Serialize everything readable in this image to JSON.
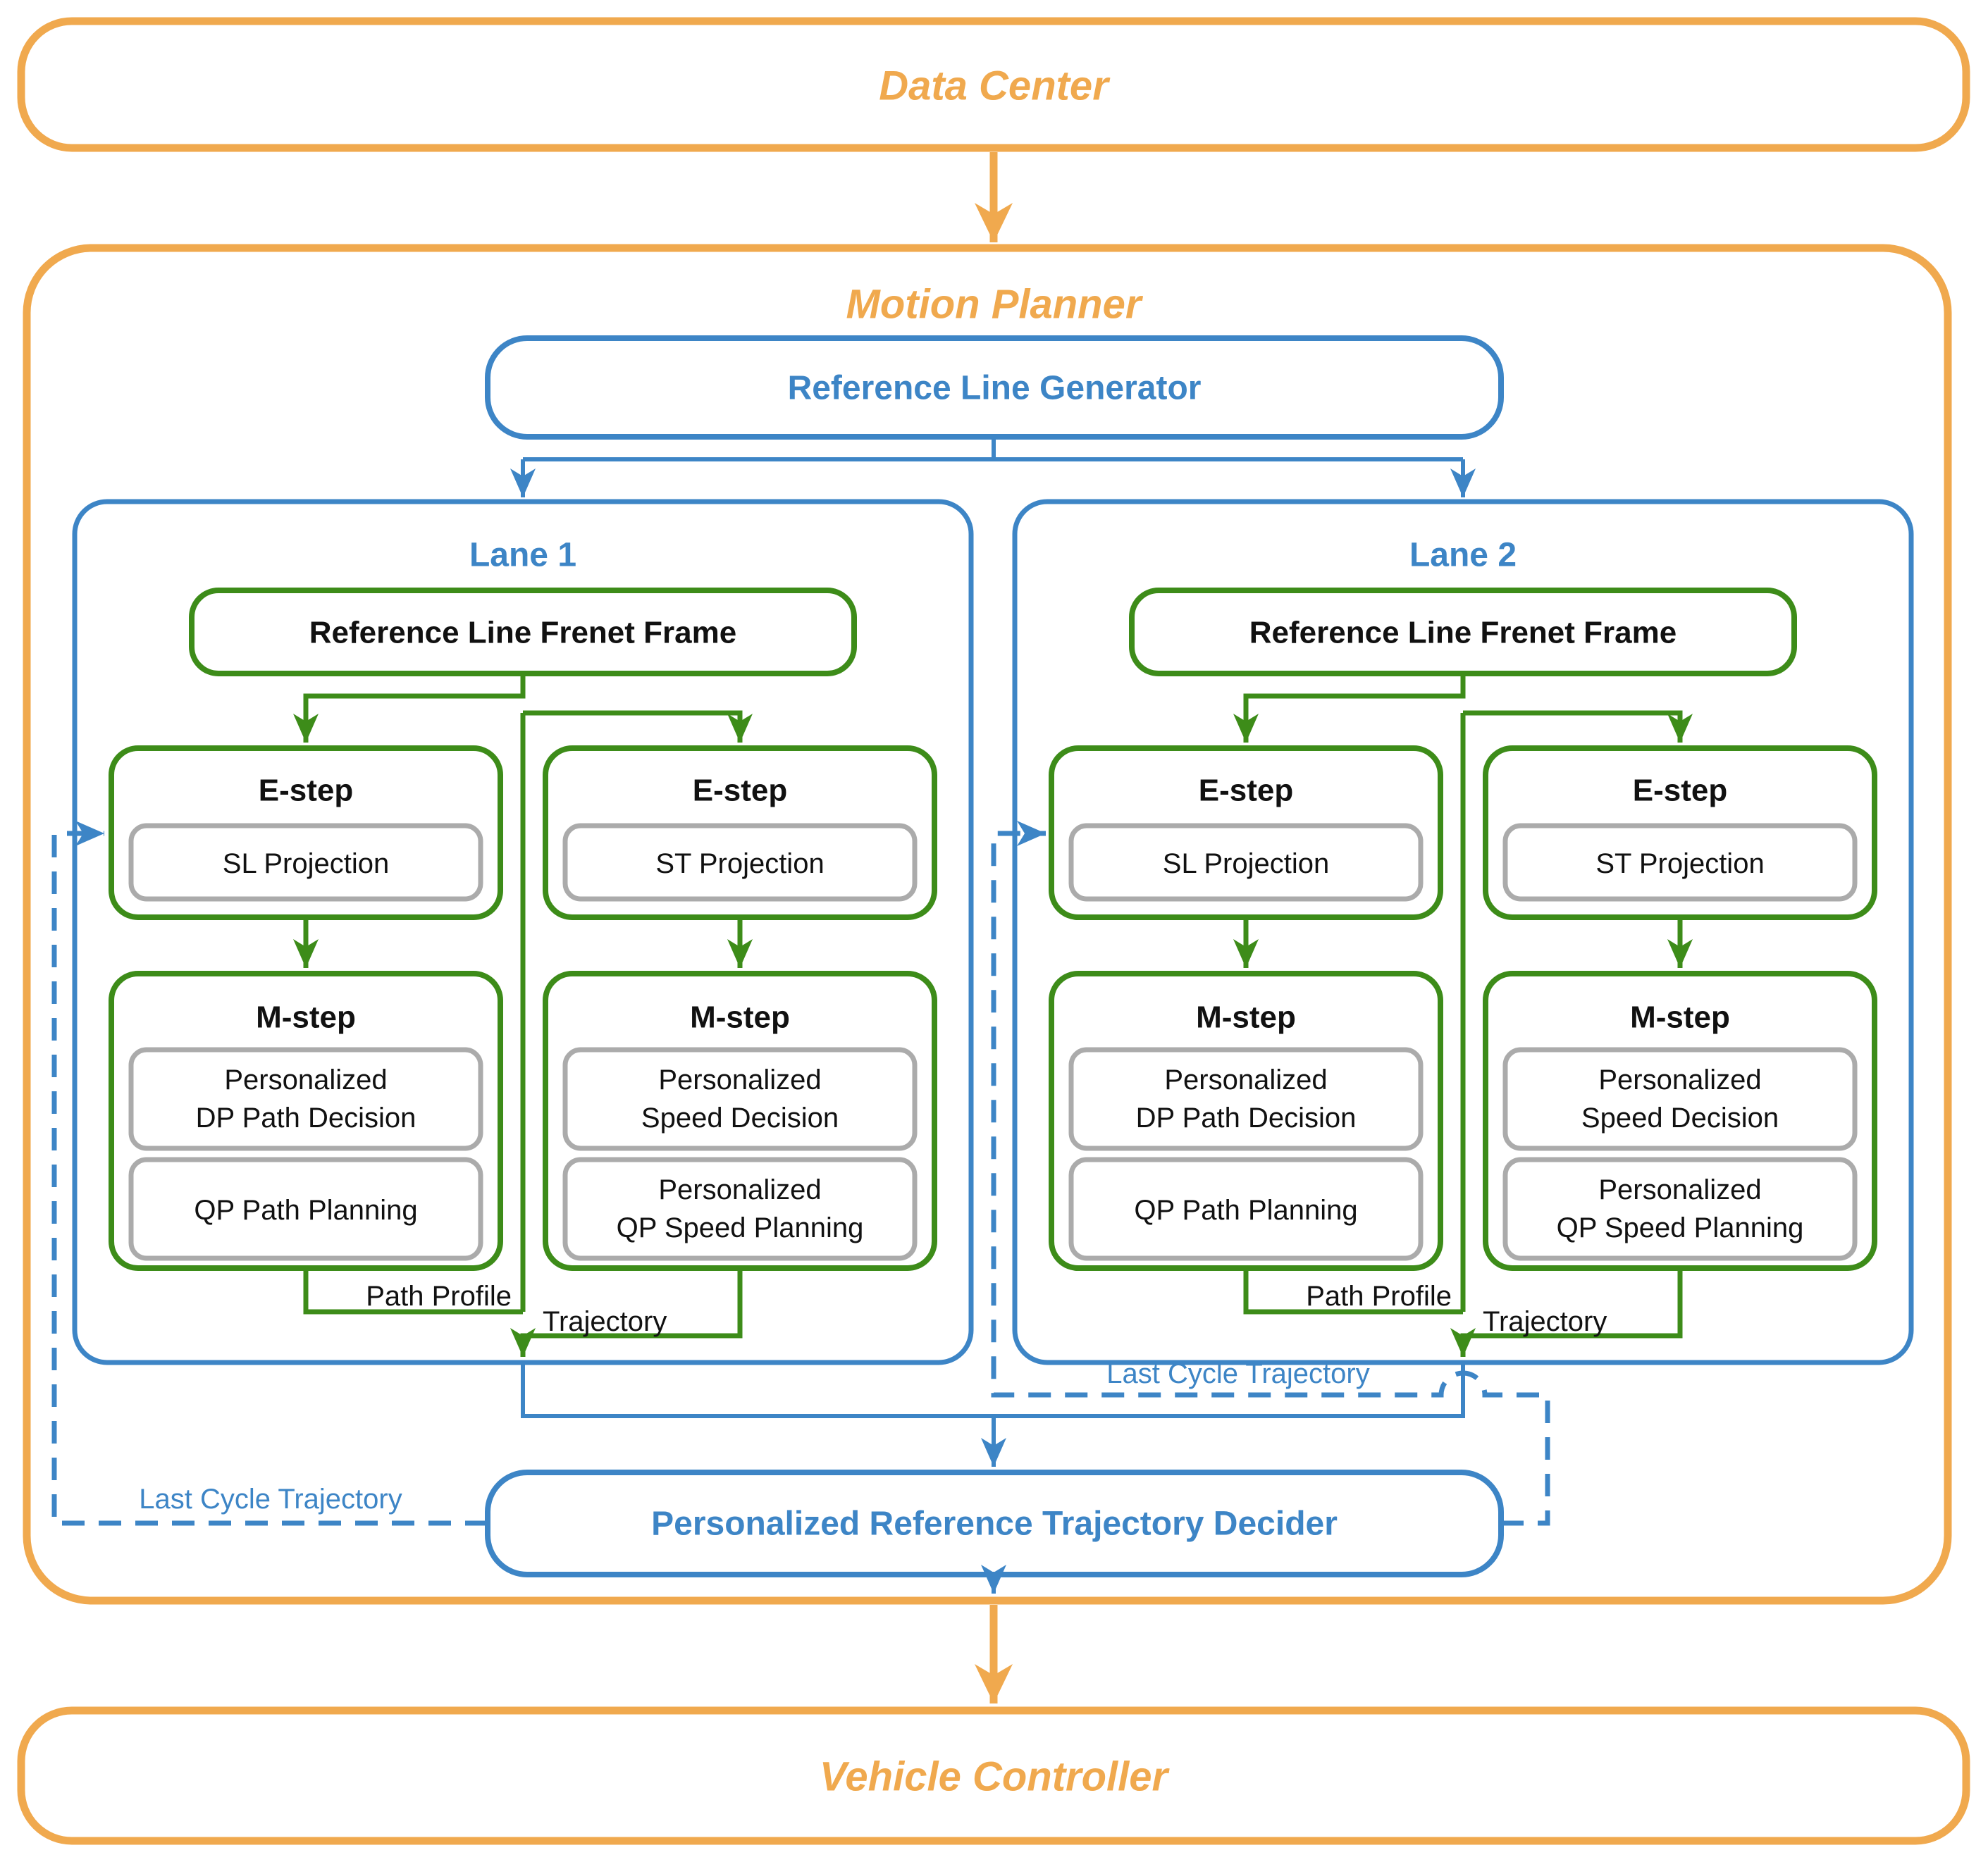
{
  "colors": {
    "orange": "#F0A94E",
    "blue": "#3D85C6",
    "green": "#3D8C19",
    "gray": "#ABABAB",
    "ink": "#111111"
  },
  "data_center": {
    "label": "Data Center"
  },
  "motion_planner": {
    "label": "Motion Planner"
  },
  "reference_line_generator": {
    "label": "Reference Line Generator"
  },
  "lanes": [
    {
      "title": "Lane 1",
      "frenet_frame": "Reference Line Frenet Frame",
      "estep_sl": {
        "title": "E-step",
        "item": "SL Projection"
      },
      "estep_st": {
        "title": "E-step",
        "item": "ST Projection"
      },
      "mstep_path": {
        "title": "M-step",
        "item1": [
          "Personalized",
          "DP Path Decision"
        ],
        "item2": [
          "QP Path Planning"
        ]
      },
      "mstep_speed": {
        "title": "M-step",
        "item1": [
          "Personalized",
          "Speed Decision"
        ],
        "item2": [
          "Personalized",
          "QP Speed Planning"
        ]
      },
      "path_profile_label": "Path Profile",
      "trajectory_label": "Trajectory"
    },
    {
      "title": "Lane 2",
      "frenet_frame": "Reference Line Frenet Frame",
      "estep_sl": {
        "title": "E-step",
        "item": "SL Projection"
      },
      "estep_st": {
        "title": "E-step",
        "item": "ST Projection"
      },
      "mstep_path": {
        "title": "M-step",
        "item1": [
          "Personalized",
          "DP Path Decision"
        ],
        "item2": [
          "QP Path Planning"
        ]
      },
      "mstep_speed": {
        "title": "M-step",
        "item1": [
          "Personalized",
          "Speed Decision"
        ],
        "item2": [
          "Personalized",
          "QP Speed Planning"
        ]
      },
      "path_profile_label": "Path Profile",
      "trajectory_label": "Trajectory"
    }
  ],
  "decider": {
    "label": "Personalized Reference Trajectory Decider"
  },
  "vehicle_controller": {
    "label": "Vehicle Controller"
  },
  "edge_labels": {
    "last_cycle_trajectory_left": "Last Cycle Trajectory",
    "last_cycle_trajectory_right": "Last Cycle Trajectory"
  }
}
